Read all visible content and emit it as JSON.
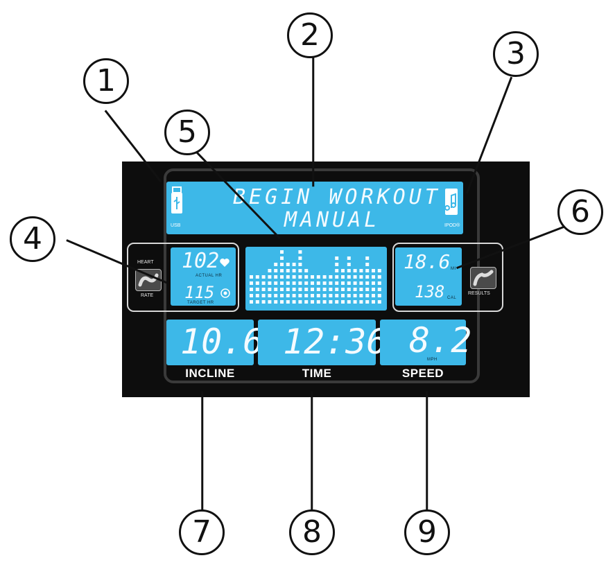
{
  "callouts": [
    "1",
    "2",
    "3",
    "4",
    "5",
    "6",
    "7",
    "8",
    "9"
  ],
  "display": {
    "message_line1": "BEGIN WORKOUT",
    "message_line2": "MANUAL",
    "usb_label": "USB",
    "ipod_label": "IPOD®",
    "heart_rate": {
      "label_top": "HEART",
      "label_bottom": "RATE",
      "actual_value": "102",
      "actual_label": "ACTUAL HR",
      "target_value": "115",
      "target_label": "TARGET HR"
    },
    "results": {
      "label": "RESULTS",
      "distance_value": "18.6",
      "distance_unit": "MI",
      "calories_value": "138",
      "calories_unit": "CAL"
    },
    "incline": {
      "value": "10.6",
      "label": "INCLINE"
    },
    "time": {
      "value": "12:36",
      "label": "TIME"
    },
    "speed": {
      "value": "8.2",
      "unit": "MPH",
      "label": "SPEED"
    },
    "profile_columns": [
      5,
      5,
      5,
      6,
      7,
      9,
      7,
      7,
      9,
      6,
      5,
      5,
      5,
      5,
      8,
      6,
      8,
      6,
      6,
      8,
      6,
      6
    ],
    "profile_max_rows": 9
  },
  "icons": {
    "usb": "usb-drive-icon",
    "ipod": "music-note-icon",
    "heart": "heart-icon",
    "target": "target-icon",
    "hr_tile": "heart-rate-grip-icon",
    "results_tile": "shoe-icon"
  },
  "colors": {
    "lcd": "#3db8e8",
    "console": "#0d0d0d",
    "segment": "#f4fbff"
  }
}
